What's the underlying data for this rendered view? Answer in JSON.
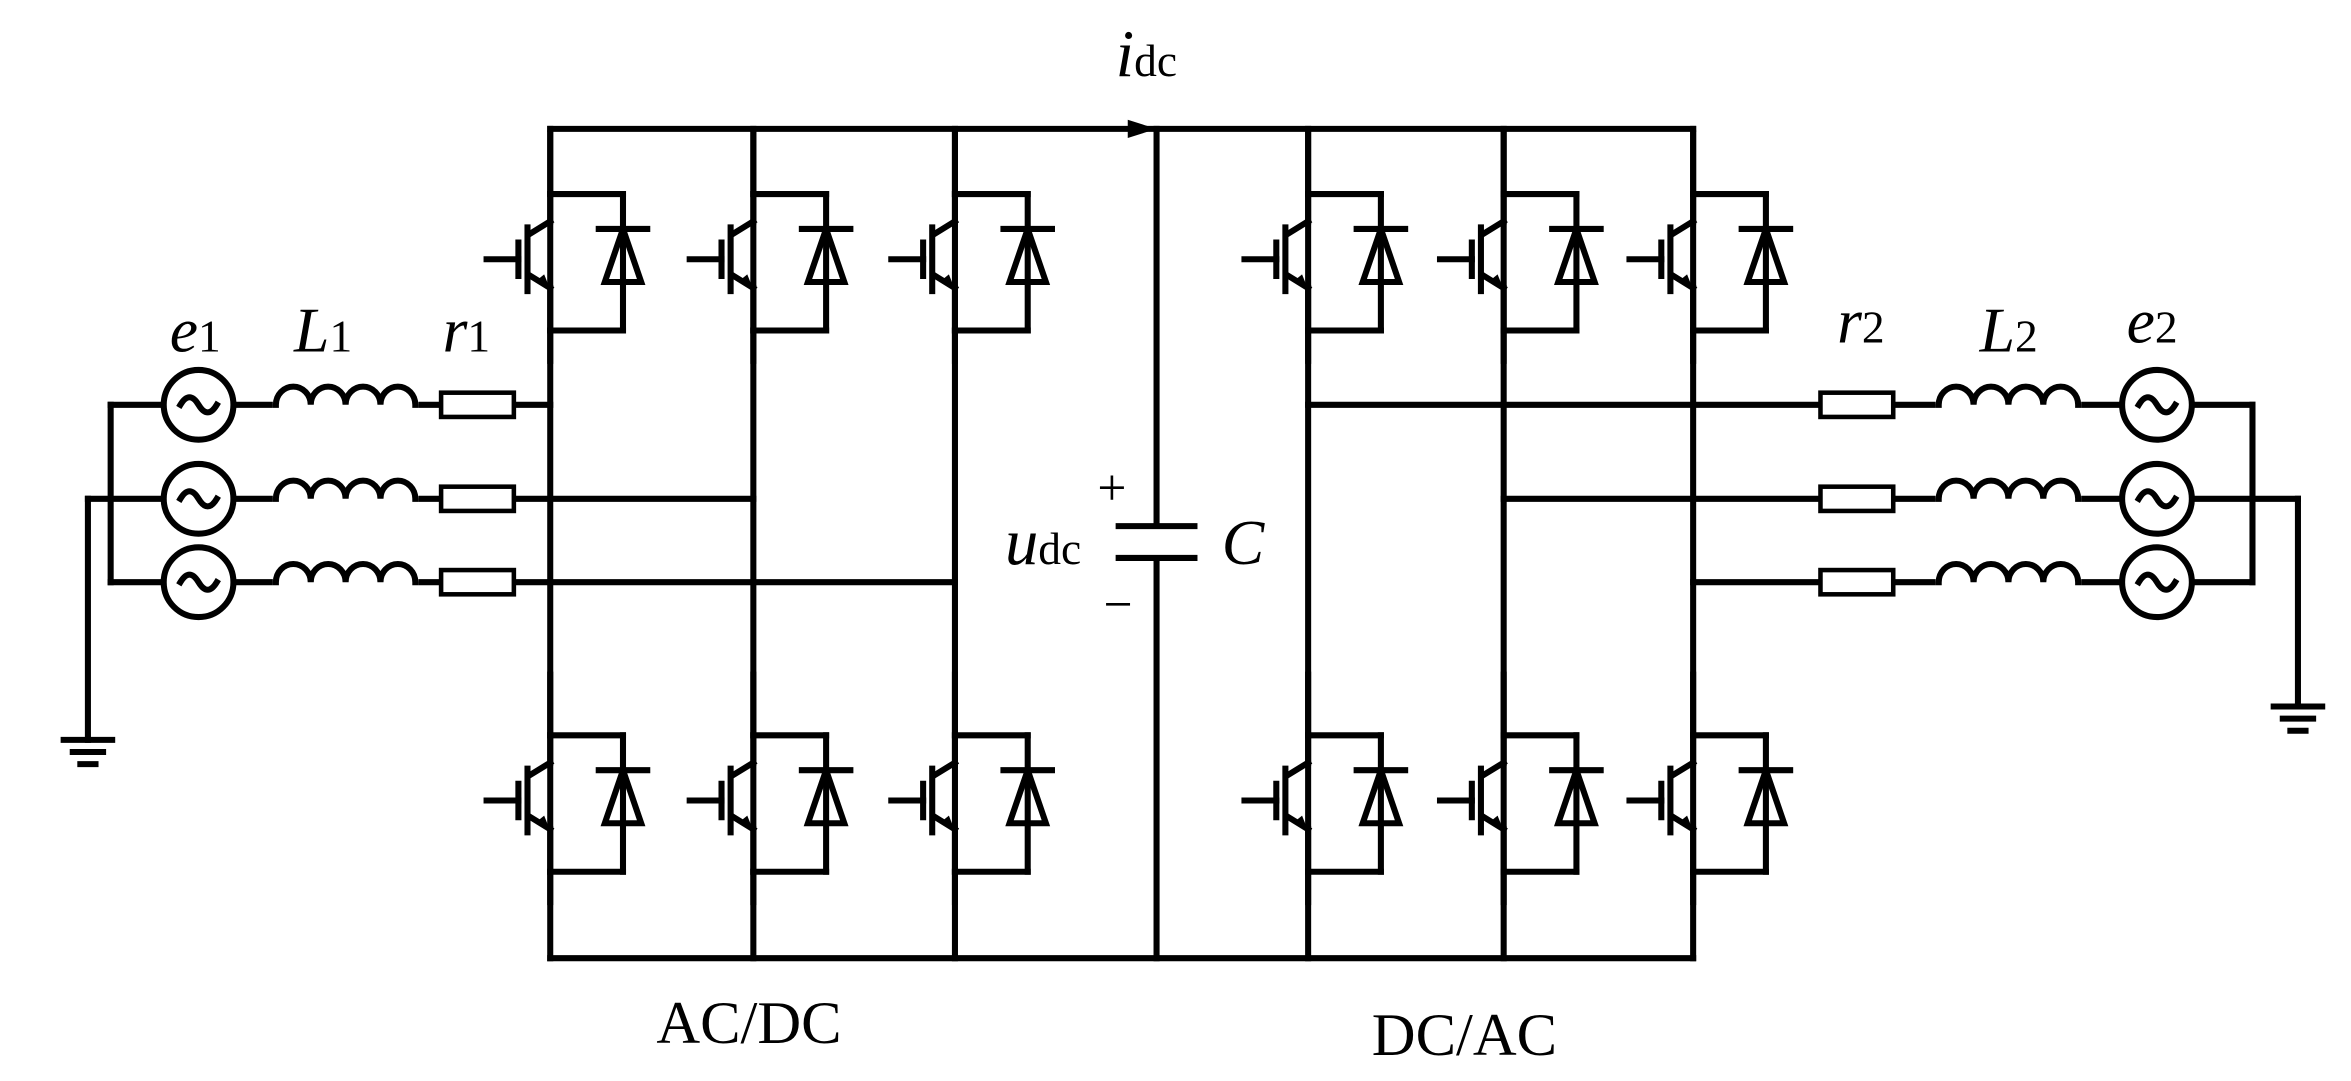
{
  "labels": {
    "dc_current": {
      "main": "i",
      "sub": "dc"
    },
    "dc_voltage": {
      "main": "u",
      "sub": "dc"
    },
    "capacitor": "C",
    "plus": "+",
    "minus": "−",
    "source_left": {
      "main": "e",
      "sub": "1"
    },
    "inductor_left": {
      "main": "L",
      "sub": "1"
    },
    "resistor_left": {
      "main": "r",
      "sub": "1"
    },
    "source_right": {
      "main": "e",
      "sub": "2"
    },
    "inductor_right": {
      "main": "L",
      "sub": "2"
    },
    "resistor_right": {
      "main": "r",
      "sub": "2"
    },
    "rectifier": "AC/DC",
    "inverter": "DC/AC"
  }
}
